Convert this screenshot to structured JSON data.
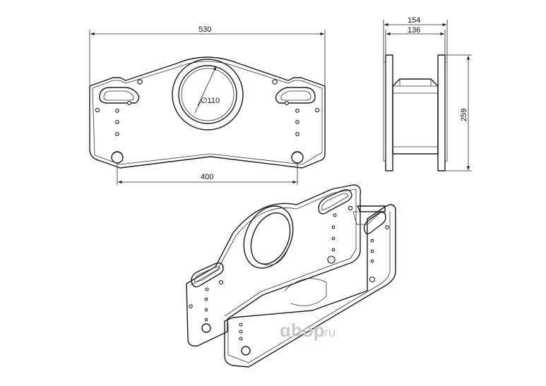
{
  "dimensions": {
    "overall_width": "530",
    "hole_spacing": "400",
    "bore_diameter": "110",
    "bore_symbol": "∅",
    "side_width_outer": "154",
    "side_width_inner": "136",
    "height": "259"
  },
  "watermark": {
    "brand": "ɑbop",
    "domain": ".ru"
  }
}
